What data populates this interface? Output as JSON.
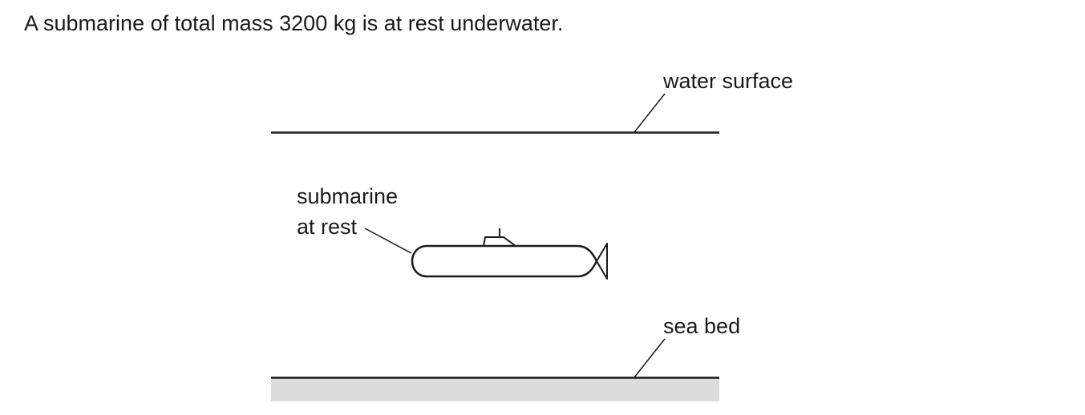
{
  "question": {
    "text": "A submarine of total mass 3200 kg is at rest underwater."
  },
  "diagram": {
    "labels": {
      "water_surface": "water surface",
      "submarine_line1": "submarine",
      "submarine_line2": "at rest",
      "sea_bed": "sea bed"
    },
    "colors": {
      "stroke": "#1a1a1a",
      "sea_bed_fill": "#dcdcdc"
    }
  }
}
